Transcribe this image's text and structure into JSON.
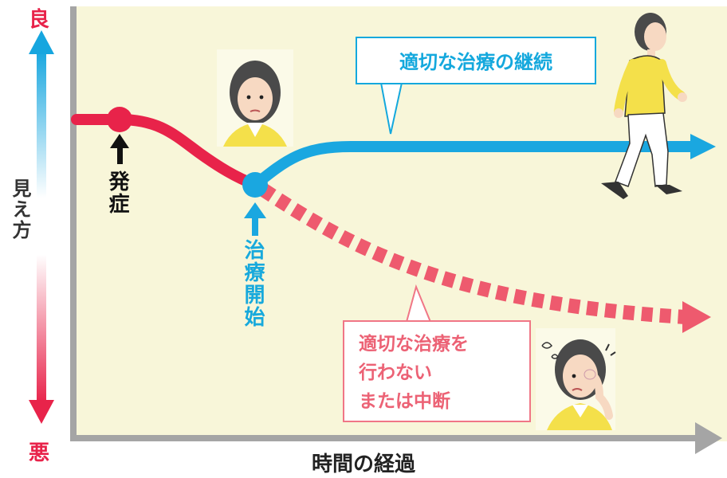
{
  "y_axis": {
    "label": "見え方",
    "top_label": "良",
    "bottom_label": "悪"
  },
  "x_axis": {
    "label": "時間の経過"
  },
  "annotations": {
    "onset": "発症",
    "treatment_start": "治療開始",
    "continued_treatment": "適切な治療の継続",
    "no_treatment": [
      "適切な治療を",
      "行わない",
      "または中断"
    ]
  },
  "colors": {
    "decline": "#e8234a",
    "continued": "#1aa7e0",
    "untreated": "#ee5a6e",
    "background": "#f8f6d9",
    "axis": "#a0a0a0"
  },
  "icons": [
    "woman-face-neutral",
    "woman-walking",
    "woman-crying"
  ]
}
